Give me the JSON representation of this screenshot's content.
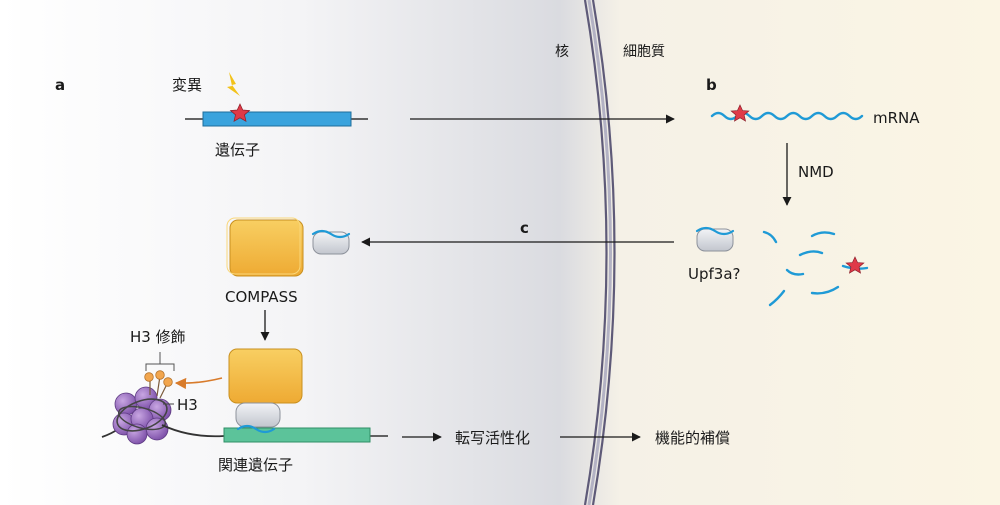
{
  "panels": {
    "a": "a",
    "b": "b",
    "c": "c"
  },
  "compartments": {
    "nucleus": "核",
    "cytoplasm": "細胞質"
  },
  "labels": {
    "mutation": "変異",
    "gene": "遺伝子",
    "mrna": "mRNA",
    "nmd": "NMD",
    "upf3a": "Upf3a?",
    "compass": "COMPASS",
    "h3_modification": "H3 修飾",
    "h3": "H3",
    "related_gene": "関連遺伝子",
    "transcription_activation": "転写活性化",
    "functional_compensation": "機能的補償"
  },
  "colors": {
    "gene_bar": "#3aa3dd",
    "related_gene_bar": "#5cc39a",
    "compass": "#f4bd45",
    "mutation_star": "#e03a48",
    "mrna": "#1f9ad6",
    "nucleosome": "#9a6fc0",
    "modification": "#f2a64e",
    "arrow_orange": "#d87b2b",
    "membrane": "#5e5a78"
  }
}
